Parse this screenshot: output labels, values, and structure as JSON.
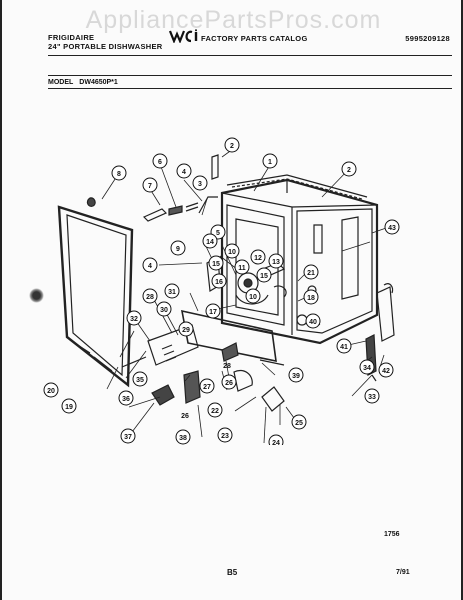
{
  "watermark": "AppliancePartsPros.com",
  "header": {
    "brand": "FRIGIDAIRE",
    "product": "24\" PORTABLE DISHWASHER",
    "catalog_title": "FACTORY PARTS CATALOG",
    "catalog_number": "5995209128",
    "logo_text": "WCI"
  },
  "model": {
    "label": "MODEL",
    "value": "DW4650P*1"
  },
  "callouts": [
    "1",
    "2",
    "2",
    "3",
    "4",
    "4",
    "5",
    "6",
    "7",
    "8",
    "9",
    "10",
    "10",
    "11",
    "12",
    "13",
    "14",
    "15",
    "15",
    "16",
    "17",
    "18",
    "19",
    "20",
    "21",
    "22",
    "23",
    "24",
    "25",
    "26",
    "26",
    "27",
    "28",
    "28",
    "29",
    "30",
    "31",
    "32",
    "33",
    "34",
    "35",
    "36",
    "37",
    "38",
    "39",
    "40",
    "41",
    "42",
    "43"
  ],
  "footer": {
    "figure_number": "1756",
    "page_code": "B5",
    "date": "7/91"
  }
}
